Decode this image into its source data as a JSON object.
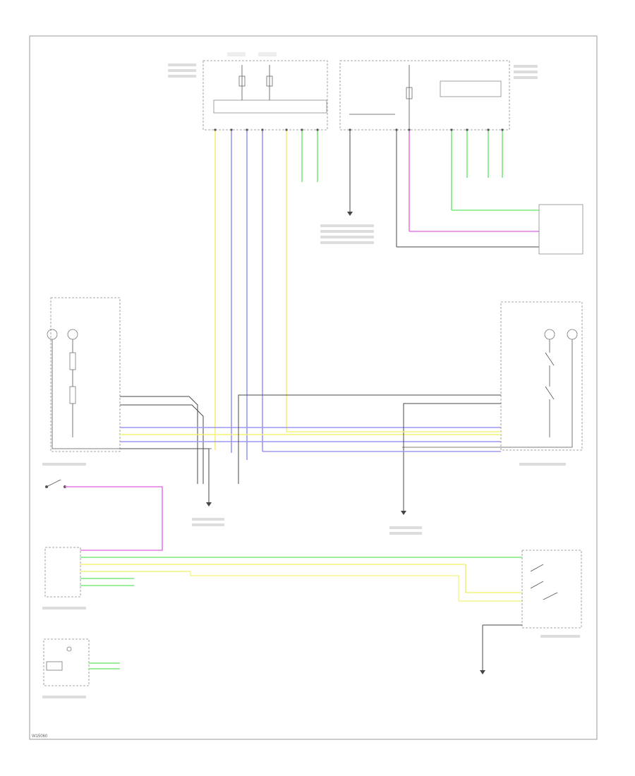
{
  "diagram": {
    "figure_code": "W15060",
    "colors": {
      "frame": "#9a9a9a",
      "box": "#8a8a8a",
      "wire_black": "#4a4a4a",
      "wire_blue": "#9a9af2",
      "wire_yellow": "#f2f27a",
      "wire_green": "#7ae87a",
      "wire_violet": "#e87ae8",
      "text": "#666666"
    },
    "icons": [
      "ground-symbol",
      "lamp-bulb",
      "switch-contact",
      "fuse-element"
    ]
  }
}
